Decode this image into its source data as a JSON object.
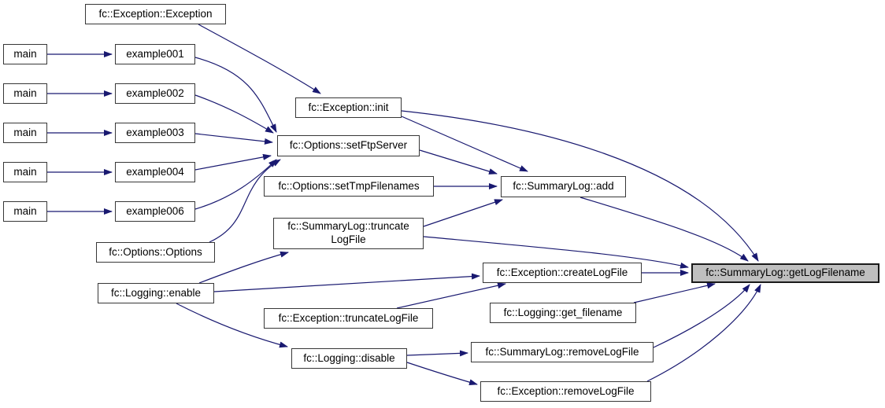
{
  "diagram": {
    "type": "call-graph",
    "arrow_color": "#191970",
    "node_fill": "#ffffff",
    "node_border_color": "#373737",
    "highlight_fill": "#bfbfbf",
    "highlighted_node": "fc::SummaryLog::getLogFilename",
    "nodes": [
      {
        "id": "main-1",
        "label": "main"
      },
      {
        "id": "main-2",
        "label": "main"
      },
      {
        "id": "main-3",
        "label": "main"
      },
      {
        "id": "main-4",
        "label": "main"
      },
      {
        "id": "main-5",
        "label": "main"
      },
      {
        "id": "exception-exception",
        "label": "fc::Exception::Exception"
      },
      {
        "id": "example001",
        "label": "example001"
      },
      {
        "id": "example002",
        "label": "example002"
      },
      {
        "id": "example003",
        "label": "example003"
      },
      {
        "id": "example004",
        "label": "example004"
      },
      {
        "id": "example006",
        "label": "example006"
      },
      {
        "id": "exception-init",
        "label": "fc::Exception::init"
      },
      {
        "id": "options-setftpserver",
        "label": "fc::Options::setFtpServer"
      },
      {
        "id": "options-settmpfilenames",
        "label": "fc::Options::setTmpFilenames"
      },
      {
        "id": "summarylog-truncatelogfile",
        "label": "fc::SummaryLog::truncate",
        "label2": "LogFile"
      },
      {
        "id": "options-options",
        "label": "fc::Options::Options"
      },
      {
        "id": "logging-enable",
        "label": "fc::Logging::enable"
      },
      {
        "id": "exception-truncatelogfile",
        "label": "fc::Exception::truncateLogFile"
      },
      {
        "id": "logging-disable",
        "label": "fc::Logging::disable"
      },
      {
        "id": "summarylog-add",
        "label": "fc::SummaryLog::add"
      },
      {
        "id": "exception-createlogfile",
        "label": "fc::Exception::createLogFile"
      },
      {
        "id": "logging-get-filename",
        "label": "fc::Logging::get_filename"
      },
      {
        "id": "summarylog-removelogfile",
        "label": "fc::SummaryLog::removeLogFile"
      },
      {
        "id": "exception-removelogfile",
        "label": "fc::Exception::removeLogFile"
      },
      {
        "id": "summarylog-getlogfilename",
        "label": "fc::SummaryLog::getLogFilename",
        "highlighted": true
      }
    ],
    "edges": [
      {
        "from": "main-1",
        "to": "example001"
      },
      {
        "from": "main-2",
        "to": "example002"
      },
      {
        "from": "main-3",
        "to": "example003"
      },
      {
        "from": "main-4",
        "to": "example004"
      },
      {
        "from": "main-5",
        "to": "example006"
      },
      {
        "from": "exception-exception",
        "to": "exception-init"
      },
      {
        "from": "example001",
        "to": "options-setftpserver"
      },
      {
        "from": "example002",
        "to": "options-setftpserver"
      },
      {
        "from": "example003",
        "to": "options-setftpserver"
      },
      {
        "from": "example004",
        "to": "options-setftpserver"
      },
      {
        "from": "example006",
        "to": "options-setftpserver"
      },
      {
        "from": "options-options",
        "to": "options-setftpserver"
      },
      {
        "from": "exception-init",
        "to": "summarylog-add"
      },
      {
        "from": "exception-init",
        "to": "summarylog-getlogfilename"
      },
      {
        "from": "options-setftpserver",
        "to": "summarylog-add"
      },
      {
        "from": "options-settmpfilenames",
        "to": "summarylog-add"
      },
      {
        "from": "summarylog-truncatelogfile",
        "to": "summarylog-add"
      },
      {
        "from": "summarylog-truncatelogfile",
        "to": "summarylog-getlogfilename"
      },
      {
        "from": "summarylog-add",
        "to": "summarylog-getlogfilename"
      },
      {
        "from": "logging-enable",
        "to": "summarylog-truncatelogfile"
      },
      {
        "from": "logging-enable",
        "to": "exception-createlogfile"
      },
      {
        "from": "logging-enable",
        "to": "logging-disable"
      },
      {
        "from": "exception-truncatelogfile",
        "to": "exception-createlogfile"
      },
      {
        "from": "exception-createlogfile",
        "to": "summarylog-getlogfilename"
      },
      {
        "from": "logging-get-filename",
        "to": "summarylog-getlogfilename"
      },
      {
        "from": "logging-disable",
        "to": "summarylog-removelogfile"
      },
      {
        "from": "logging-disable",
        "to": "exception-removelogfile"
      },
      {
        "from": "summarylog-removelogfile",
        "to": "summarylog-getlogfilename"
      },
      {
        "from": "exception-removelogfile",
        "to": "summarylog-getlogfilename"
      }
    ]
  }
}
